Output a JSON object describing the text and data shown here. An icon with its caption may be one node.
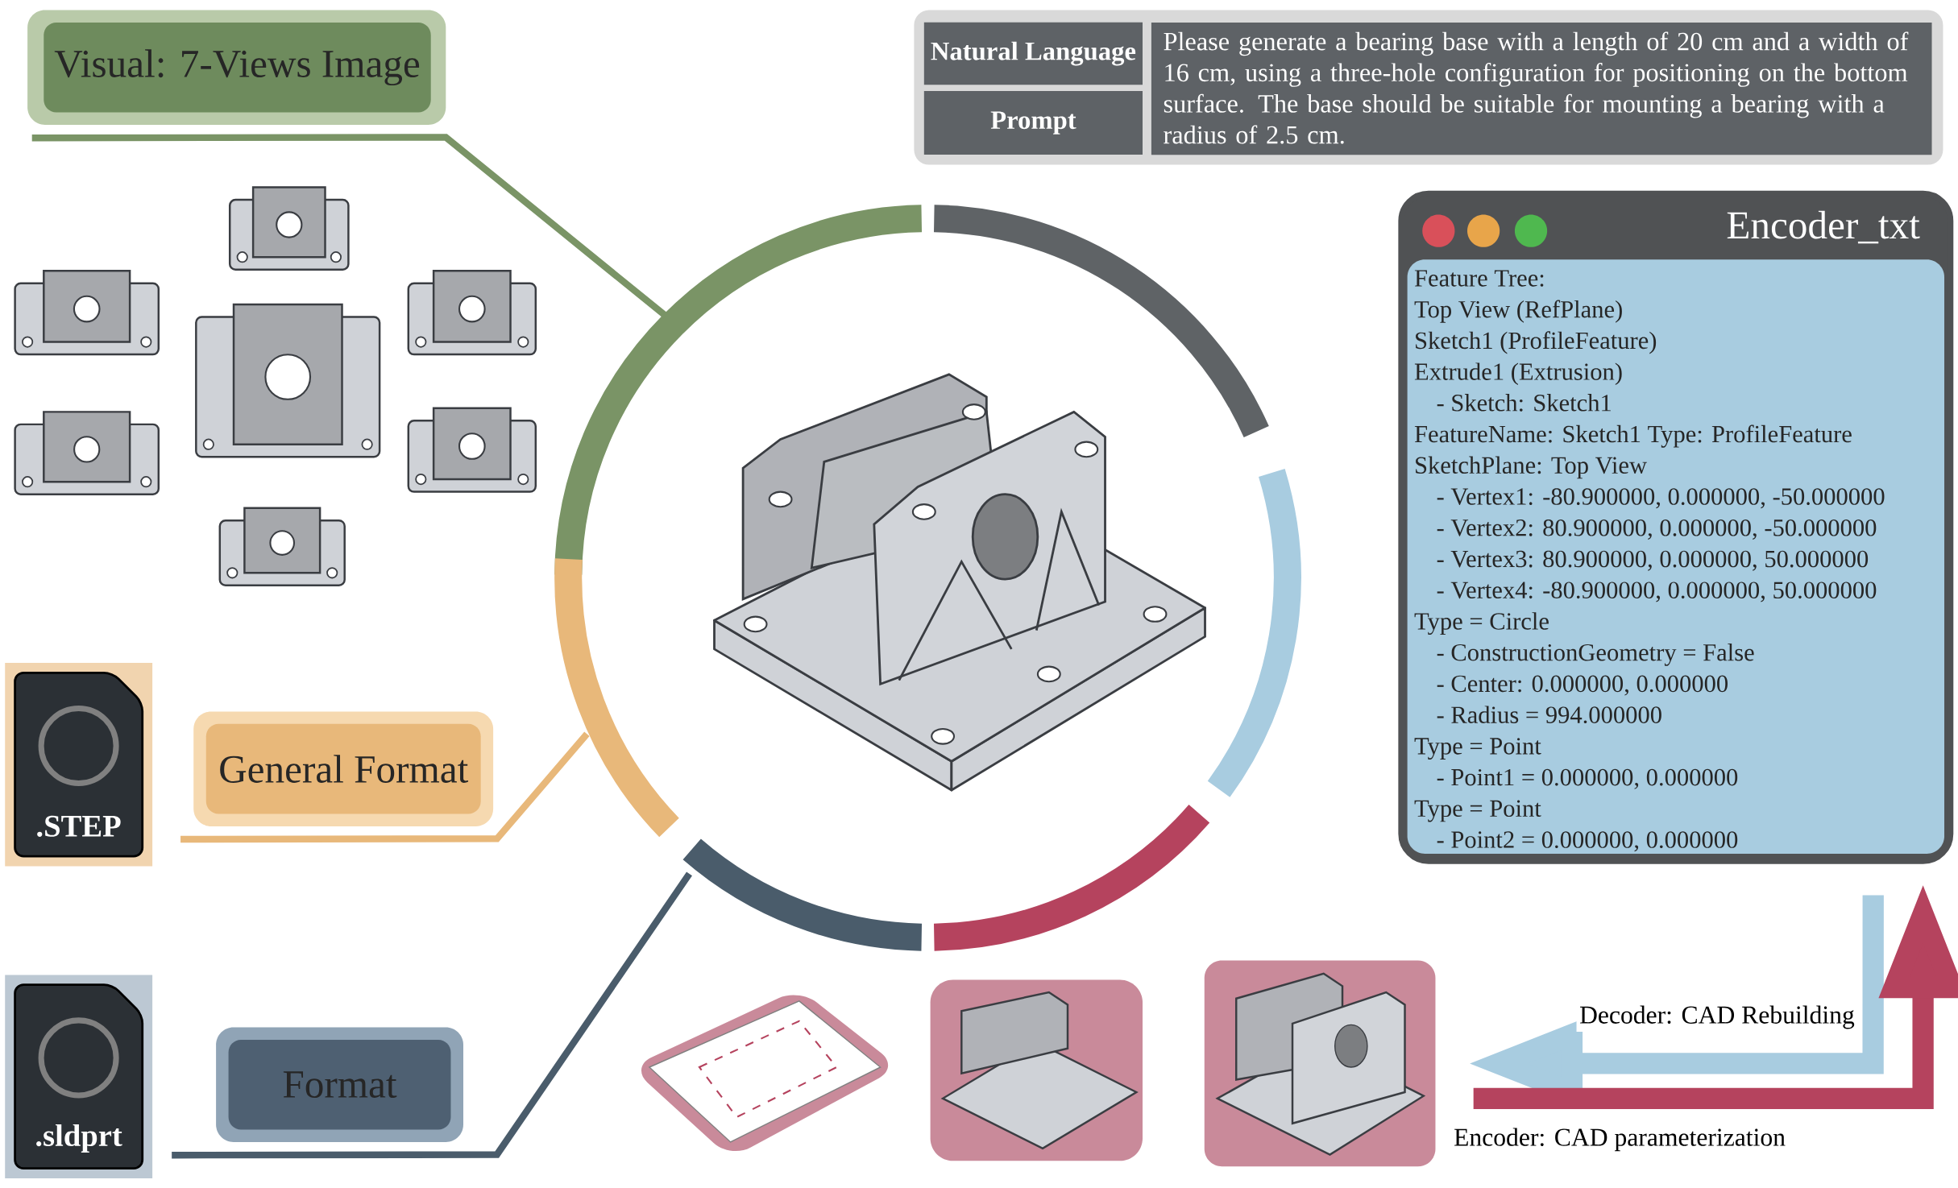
{
  "diagram": {
    "nodes": [
      {
        "text": [
          "Visual: 7-Views Image"
        ]
      },
      {
        "text": [
          "Natural Language",
          "Prompt",
          "Please generate a bearing base with a length of 20 cm and a width of 16 cm, using a three-hole configuration for positioning on the bottom surface. The base should be suitable for mounting a bearing with a radius of 2.5 cm."
        ]
      },
      {
        "text": [
          "Encoder_txt",
          "Feature Tree:",
          "Top View (RefPlane)",
          "Sketch1 (ProfileFeature)",
          "Extrude1 (Extrusion)",
          "- Sketch: Sketch1",
          "FeatureName: Sketch1 Type: ProfileFeature",
          "SketchPlane: Top View",
          "- Vertex1: -80.900000, 0.000000, -50.000000",
          "- Vertex2: 80.900000, 0.000000, -50.000000",
          "- Vertex3: 80.900000, 0.000000, 50.000000",
          "- Vertex4: -80.900000, 0.000000, 50.000000",
          "Type = Circle",
          "- ConstructionGeometry = False",
          "- Center: 0.000000, 0.000000",
          "- Radius = 994.000000",
          "Type = Point",
          "- Point1 = 0.000000, 0.000000",
          "Type = Point",
          "- Point2 = 0.000000, 0.000000"
        ]
      },
      {
        "text": [
          "General Format"
        ]
      },
      {
        "text": [
          "Format"
        ]
      },
      {
        "text": [],
        "shape": "picture"
      }
    ],
    "edges": [
      {
        "from": 0,
        "to": null,
        "arrow": "none",
        "color": "#7a9466"
      },
      {
        "from": 3,
        "to": null,
        "arrow": "none",
        "color": "#e8b87a"
      },
      {
        "from": 4,
        "to": null,
        "arrow": "none",
        "color": "#4a5c6b"
      },
      {
        "from": 2,
        "to": 5,
        "arrow": "to",
        "label": "Decoder: CAD Rebuilding",
        "style": "thick",
        "color": "#a8cce0"
      },
      {
        "from": 5,
        "to": 2,
        "arrow": "to",
        "label": "Encoder: CAD parameterization",
        "style": "thick",
        "color": "#b5435e"
      }
    ],
    "labels": [
      ".STEP",
      ".sldprt"
    ]
  }
}
